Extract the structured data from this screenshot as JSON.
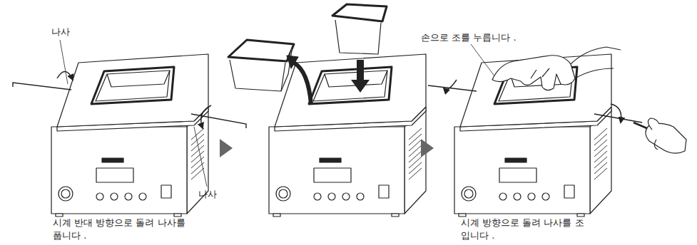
{
  "diagram": {
    "labels": [
      "나사",
      "나사",
      "시계 반대 방향으로 돌려 나사를 풉니다 .",
      "손으로 조를 누릅니다 .",
      "시계 방향으로 돌려 나사를 조입니다 ."
    ]
  }
}
